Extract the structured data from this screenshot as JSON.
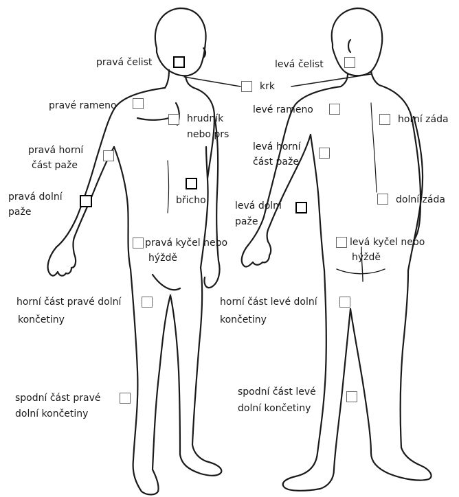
{
  "regions": {
    "right_jaw": "pravá čelist",
    "left_jaw": "levá čelist",
    "neck": "krk",
    "right_shoulder": "pravé rameno",
    "left_shoulder": "levé rameno",
    "chest_line1": "hrudník",
    "chest_line2": "nebo prs",
    "upper_back": "horní záda",
    "right_upper_arm_line1": "pravá horní",
    "right_upper_arm_line2": "část paže",
    "left_upper_arm_line1": "levá horní",
    "left_upper_arm_line2": "část paže",
    "right_lower_arm_line1": "pravá dolní",
    "right_lower_arm_line2": "paže",
    "abdomen": "břicho",
    "left_lower_arm_line1": "levá dolní",
    "left_lower_arm_line2": "paže",
    "lower_back": "dolní záda",
    "right_hip_line1": "pravá kyčel nebo",
    "right_hip_line2": "hýždě",
    "left_hip_line1": "levá kyčel nebo",
    "left_hip_line2": "hýždě",
    "right_upper_leg_line1": "horní část pravé dolní",
    "right_upper_leg_line2": "končetiny",
    "left_upper_leg_line1": "horní část levé dolní",
    "left_upper_leg_line2": "končetiny",
    "right_lower_leg_line1": "spodní část pravé",
    "right_lower_leg_line2": "dolní končetiny",
    "left_lower_leg_line1": "spodní část levé",
    "left_lower_leg_line2": "dolní končetiny"
  }
}
